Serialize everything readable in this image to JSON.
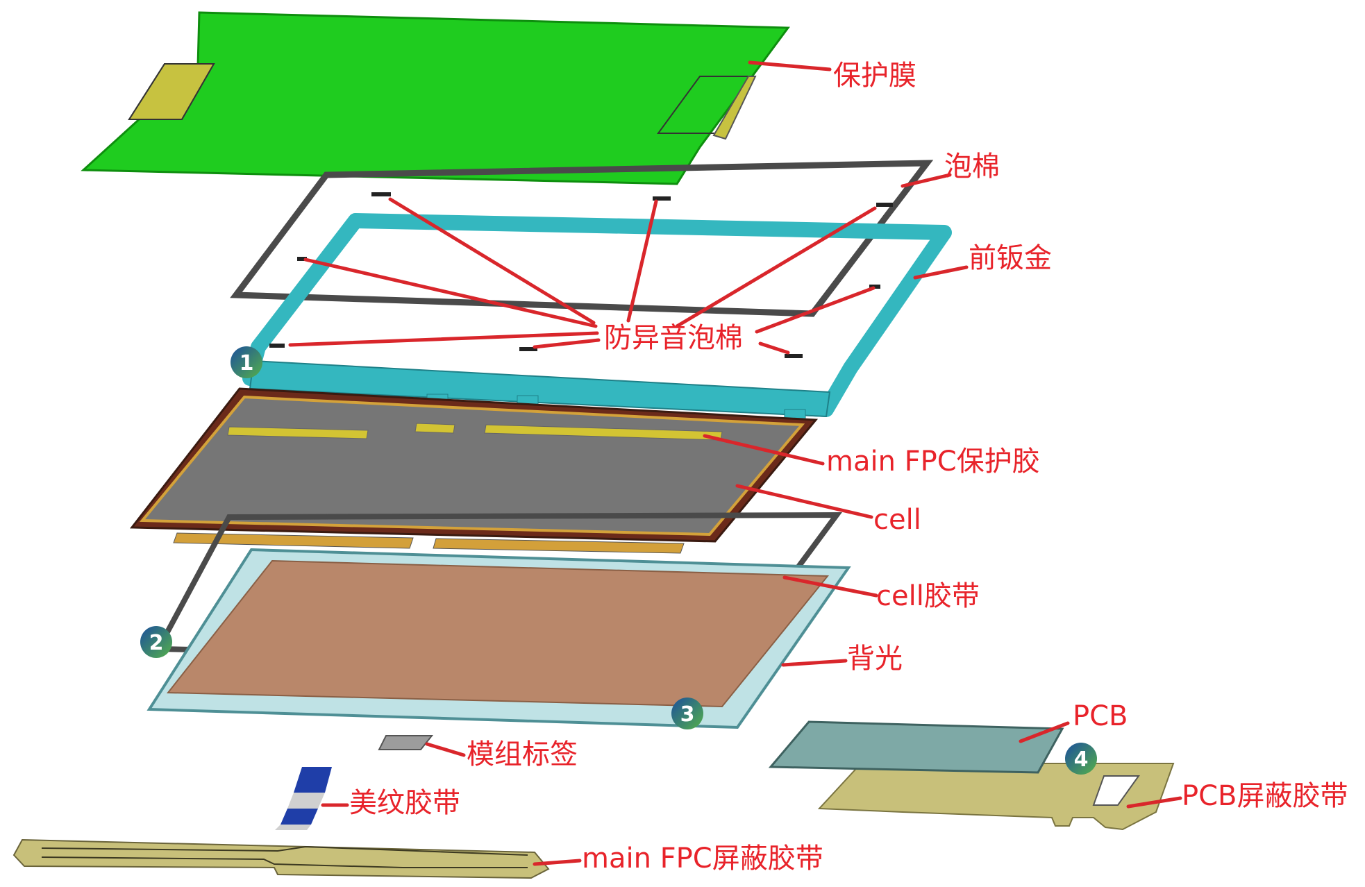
{
  "labels": {
    "protective_film": "保护膜",
    "foam": "泡棉",
    "front_sheet_metal": "前钣金",
    "anti_noise_foam": "防异音泡棉",
    "main_fpc_protective_glue": "main FPC保护胶",
    "cell": "cell",
    "cell_tape": "cell胶带",
    "backlight": "背光",
    "pcb": "PCB",
    "module_label": "模组标签",
    "decorative_tape": "美纹胶带",
    "pcb_shielding_tape": "PCB屏蔽胶带",
    "main_fpc_shielding_tape": "main FPC屏蔽胶带"
  },
  "badges": [
    "1",
    "2",
    "3",
    "4"
  ],
  "colors": {
    "label_text": "#e8232a",
    "leader_line": "#d9262b",
    "film_green": "#1fcc1f",
    "frame_teal": "#34b7bf",
    "cell_gray": "#767676",
    "backlight_copper": "#b9876a",
    "pcb_teal": "#7ea9a6",
    "shield_khaki": "#c8c07a",
    "badge_start": "#1b4f9c",
    "badge_end": "#55b04a"
  }
}
